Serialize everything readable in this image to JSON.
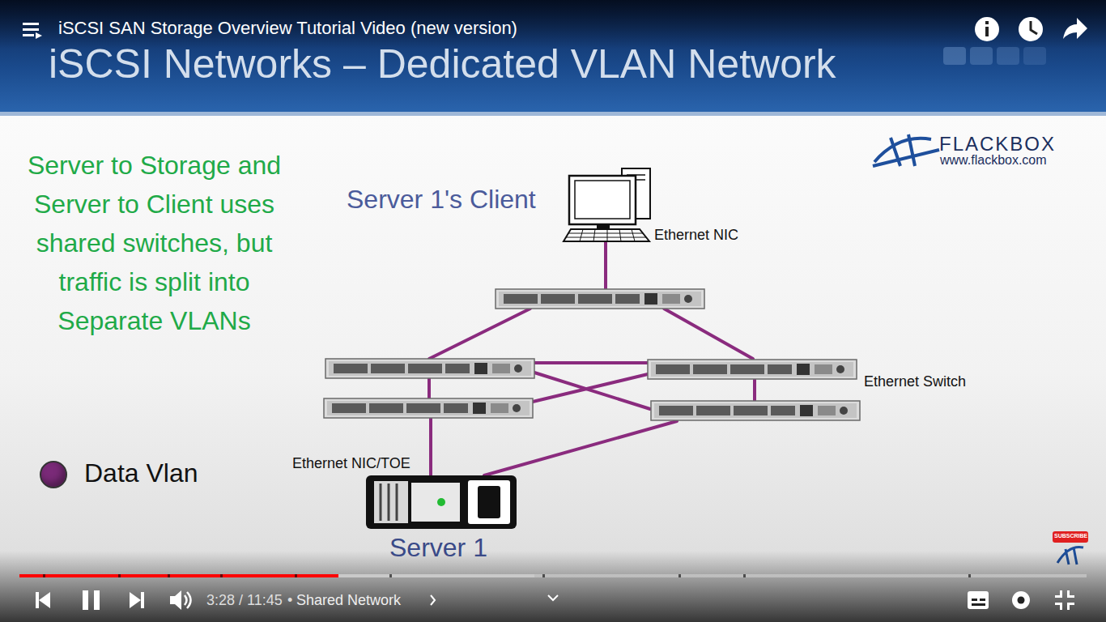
{
  "diagram": {
    "title": "iSCSI Networks – Dedicated VLAN Network",
    "nodes": [
      {
        "text": [
          "Server 1's Client",
          "Ethernet NIC"
        ]
      },
      {
        "text": [
          "Ethernet Switch"
        ]
      },
      {
        "text": [
          "Ethernet NIC/TOE",
          "Server 1"
        ]
      }
    ],
    "labels": [
      "iSCSI SAN Storage Overview Tutorial Video (new version)",
      "Server to Storage and Server to Client uses shared switches, but traffic is split into Separate VLANs",
      "FLACKBOX",
      "www.flackbox.com",
      "3:28 / 11:45",
      "•",
      "Shared Network",
      "SUBSCRIBE"
    ],
    "legend": [
      {
        "text": "Data Vlan",
        "color": "#7a2a78"
      }
    ]
  }
}
